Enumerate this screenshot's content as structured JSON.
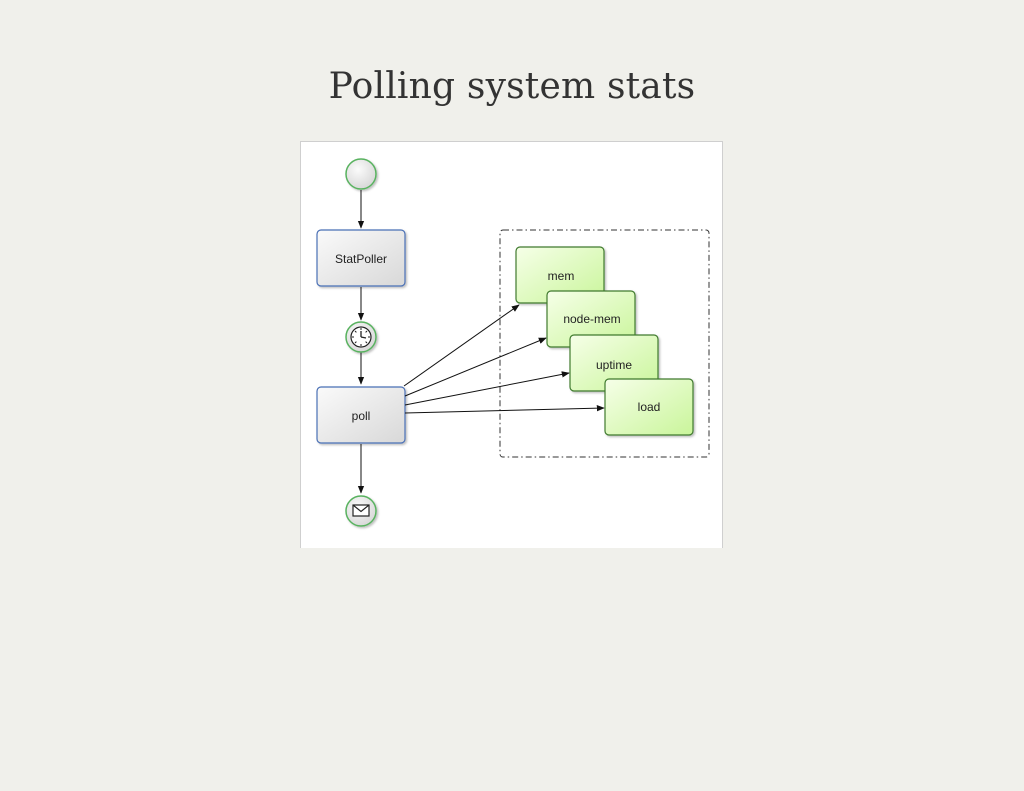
{
  "slide": {
    "title": "Polling system stats"
  },
  "diagram": {
    "start_event": {
      "icon": "start-circle-icon"
    },
    "tasks": {
      "stat_poller": "StatPoller",
      "poll": "poll"
    },
    "timer_event": {
      "icon": "clock-icon"
    },
    "end_event": {
      "icon": "envelope-icon"
    },
    "stats": {
      "mem": "mem",
      "node_mem": "node-mem",
      "uptime": "uptime",
      "load": "load"
    },
    "colors": {
      "event_border": "#58b25e",
      "task_border": "#4a6fb5",
      "stat_border": "#3f7a2e",
      "stat_fill_light": "#f6ffe8",
      "stat_fill_dark": "#c9f59a",
      "task_fill_light": "#fafafa",
      "task_fill_dark": "#d8d8d8"
    }
  }
}
